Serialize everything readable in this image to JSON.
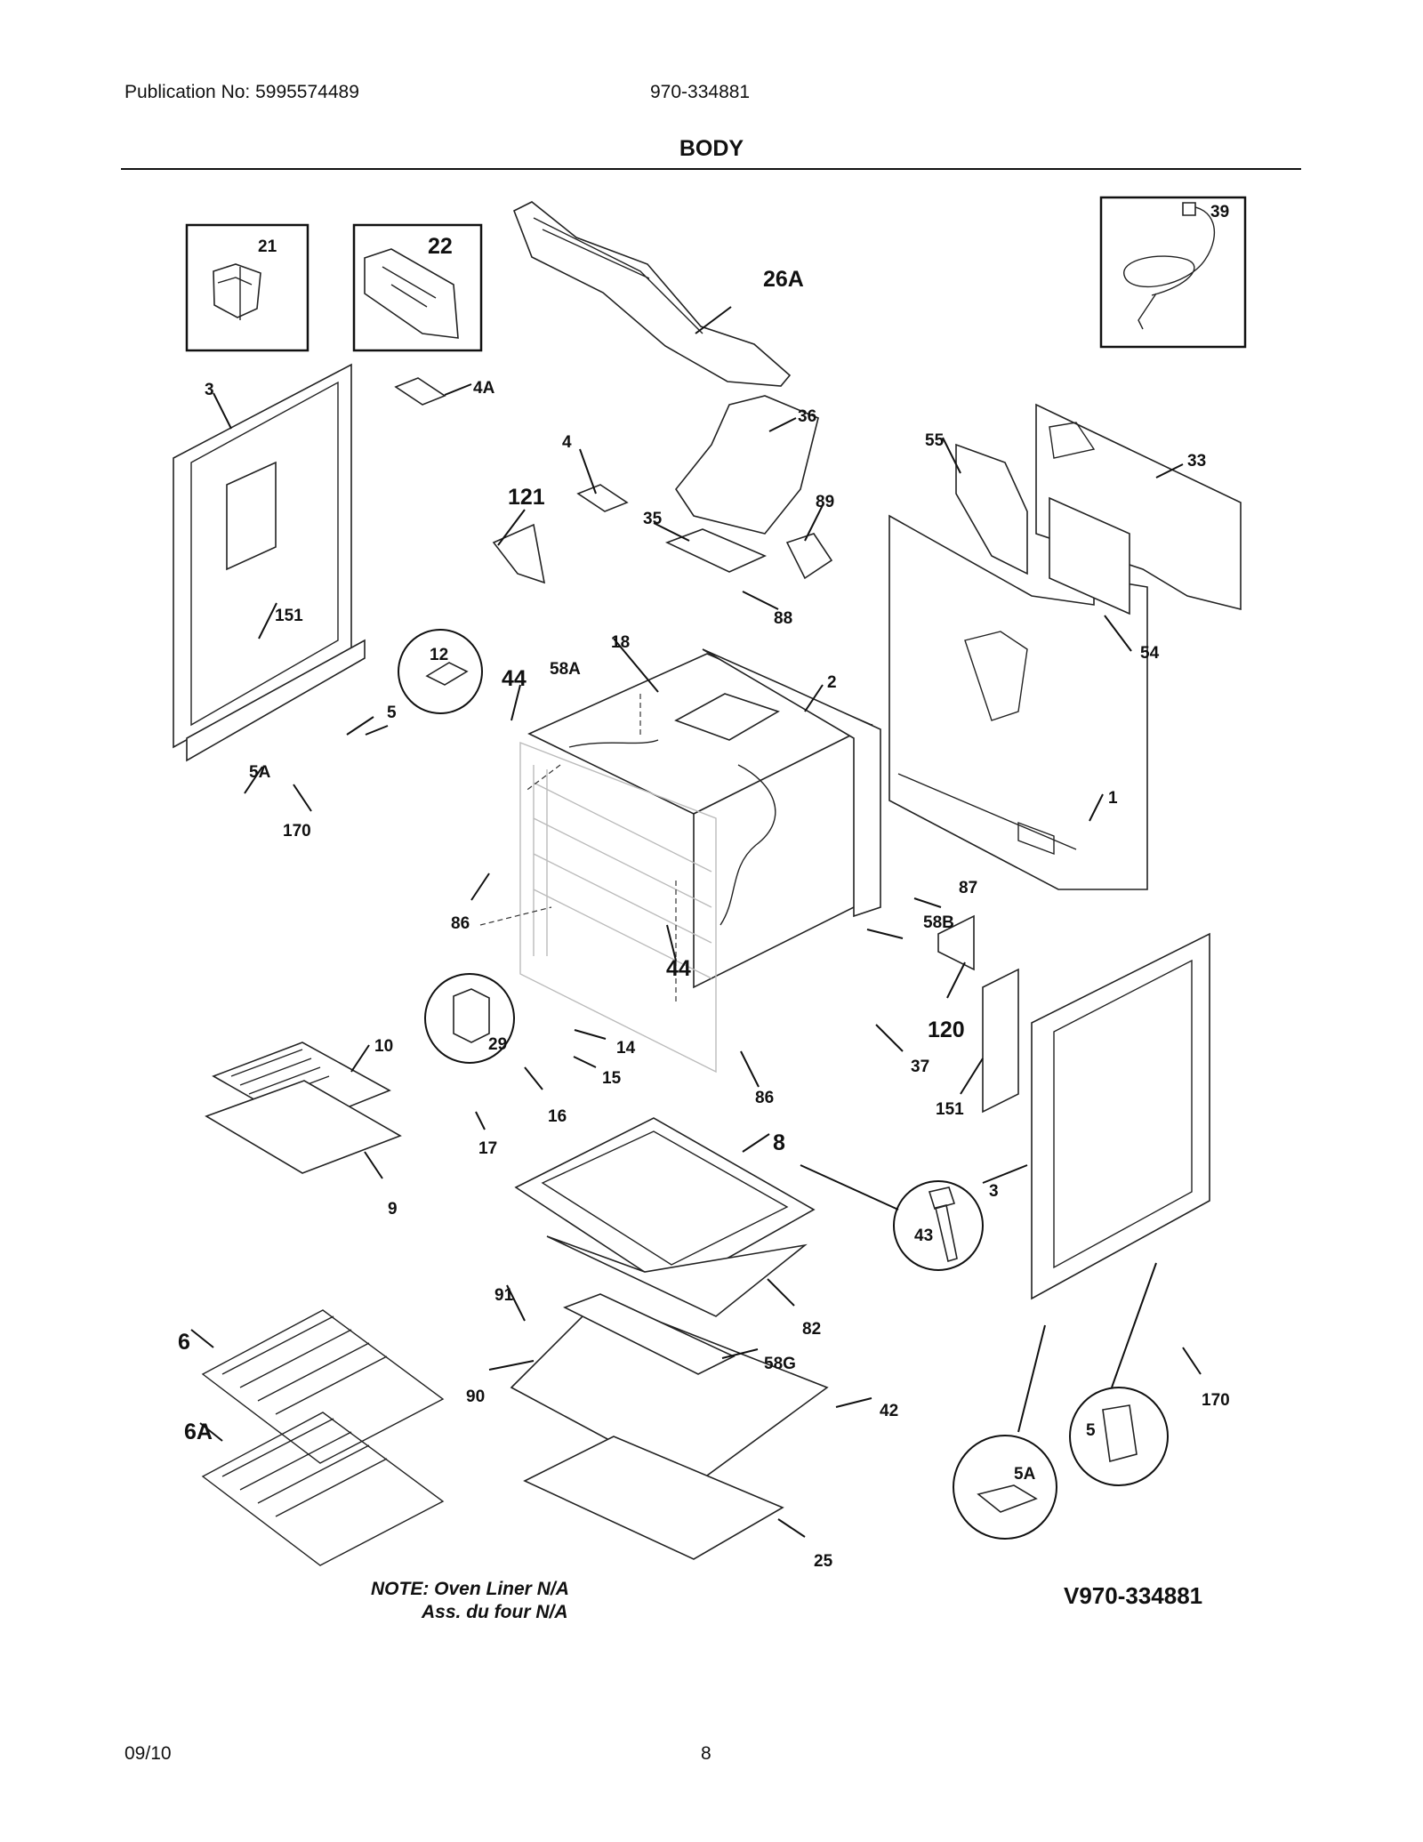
{
  "header": {
    "publication": "Publication No: 5995574489",
    "model": "970-334881",
    "title": "BODY"
  },
  "notes": {
    "line1": "NOTE: Oven Liner N/A",
    "line2": "Ass. du four N/A"
  },
  "diagram_ref": "V970-334881",
  "footer": {
    "date": "09/10",
    "page": "8"
  },
  "callouts": {
    "c21": "21",
    "c22": "22",
    "c26A": "26A",
    "c39": "39",
    "c3a": "3",
    "c4A": "4A",
    "c4": "4",
    "c36": "36",
    "c55": "55",
    "c33": "33",
    "c121": "121",
    "c35": "35",
    "c89": "89",
    "c88": "88",
    "c151a": "151",
    "c54": "54",
    "c12": "12",
    "c44a": "44",
    "c58A": "58A",
    "c18": "18",
    "c2": "2",
    "c5": "5",
    "c5Aa": "5A",
    "c170a": "170",
    "c1": "1",
    "c87": "87",
    "c86a": "86",
    "c58B": "58B",
    "c44b": "44",
    "c120": "120",
    "c29": "29",
    "c14": "14",
    "c10": "10",
    "c15": "15",
    "c37": "37",
    "c151b": "151",
    "c16": "16",
    "c86b": "86",
    "c17": "17",
    "c8": "8",
    "c9": "9",
    "c3b": "3",
    "c43": "43",
    "c91": "91",
    "c82": "82",
    "c6": "6",
    "c58G": "58G",
    "c90": "90",
    "c42": "42",
    "c170b": "170",
    "c6A": "6A",
    "c5b": "5",
    "c5Ab": "5A",
    "c25": "25"
  }
}
